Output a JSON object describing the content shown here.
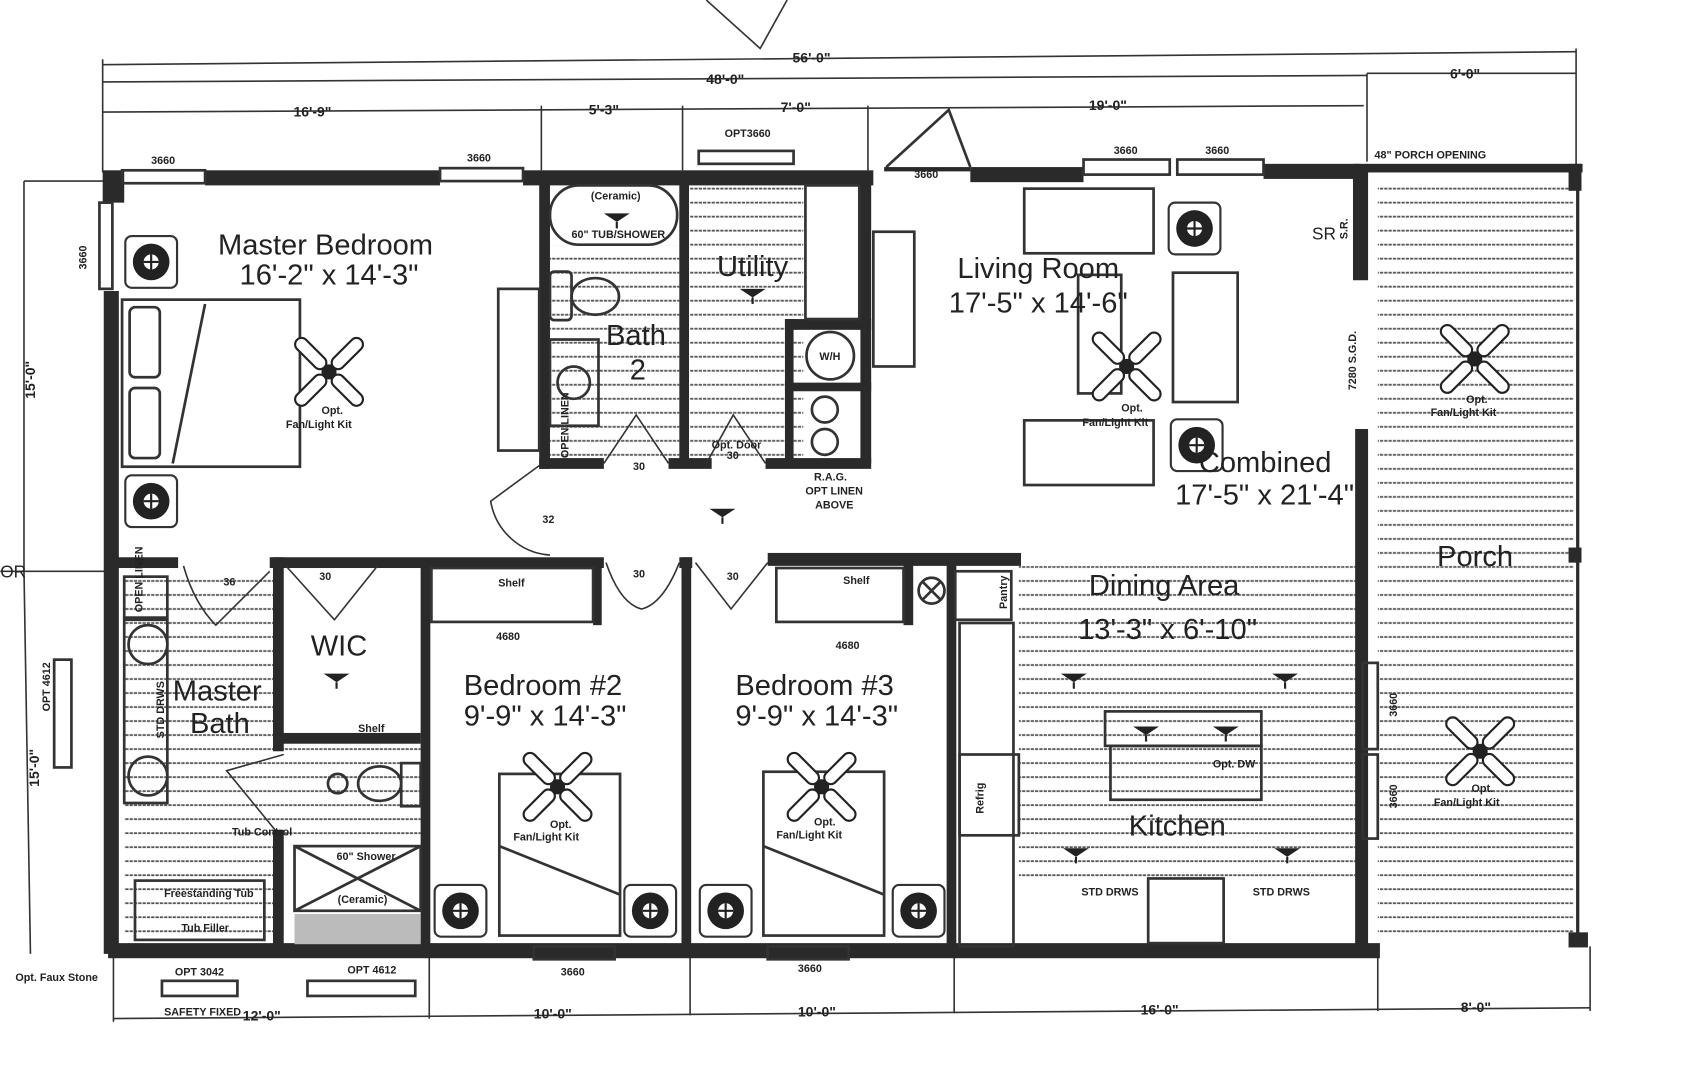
{
  "rooms": {
    "master_bedroom": {
      "name": "Master Bedroom",
      "size": "16'-2\" x 14'-3\""
    },
    "bath2": {
      "name": "Bath",
      "number": "2"
    },
    "utility": {
      "name": "Utility"
    },
    "living_room": {
      "name": "Living Room",
      "size": "17'-5\" x 14'-6\""
    },
    "combined": {
      "name": "Combined",
      "size": "17'-5\" x 21'-4\""
    },
    "porch": {
      "name": "Porch"
    },
    "dining": {
      "name": "Dining Area",
      "size": "13'-3\" x 6'-10\""
    },
    "kitchen": {
      "name": "Kitchen"
    },
    "bedroom2": {
      "name": "Bedroom #2",
      "size": "9'-9\" x 14'-3\""
    },
    "bedroom3": {
      "name": "Bedroom #3",
      "size": "9'-9\" x 14'-3\""
    },
    "wic": {
      "name": "WIC"
    },
    "master_bath": {
      "name": "Master",
      "name2": "Bath"
    }
  },
  "dimensions": {
    "total": "56'-0\"",
    "house": "48'-0\"",
    "porch_top": "6'-0\"",
    "top_segments": [
      "16'-9\"",
      "5'-3\"",
      "7'-0\"",
      "19'-0\""
    ],
    "bottom_segments": [
      "12'-0\"",
      "10'-0\"",
      "10'-0\"",
      "16'-0\"",
      "8'-0\""
    ],
    "left_segments": [
      "15'-0\"",
      "15'-0\""
    ]
  },
  "windows": {
    "w1": "3660",
    "w2": "3660",
    "w_left": "3660",
    "opt_utility": "OPT3660",
    "door_front": "3660",
    "lr1": "3660",
    "lr2": "3660",
    "bed2": "3660",
    "bed3": "3660",
    "porch_r1": "3660",
    "porch_r2": "3660",
    "opt3042": "OPT 3042",
    "opt4612_bottom": "OPT 4612",
    "opt4612_left": "OPT 4612",
    "safety": "SAFETY FIXED"
  },
  "notes": {
    "fan": "Opt.",
    "fan2": "Fan/Light Kit",
    "porch_opening": "48\" PORCH OPENING",
    "sr": "SR",
    "sr2": "S.R.",
    "sgd": "7280 S.G.D.",
    "tub": "60\" TUB/SHOWER",
    "ceramic": "(Ceramic)",
    "shower": "60\" Shower",
    "rag1": "R.A.G.",
    "rag2": "OPT LINEN",
    "rag3": "ABOVE",
    "shelf": "Shelf",
    "closet2": "4680",
    "closet3": "4680",
    "door30": "30",
    "door36": "36",
    "door32": "32",
    "opt_door": "Opt. Door",
    "wh": "W/H",
    "std_drws": "STD DRWS",
    "open_linen": "OPEN LINEN",
    "pantry": "Pantry",
    "refrig": "Refrig",
    "opt_dw": "Opt. DW",
    "tub_control": "Tub Control",
    "freestanding": "Freestanding Tub",
    "tub_filler": "Tub Filler",
    "faux_stone": "Opt. Faux Stone",
    "left_edge": "OR"
  }
}
